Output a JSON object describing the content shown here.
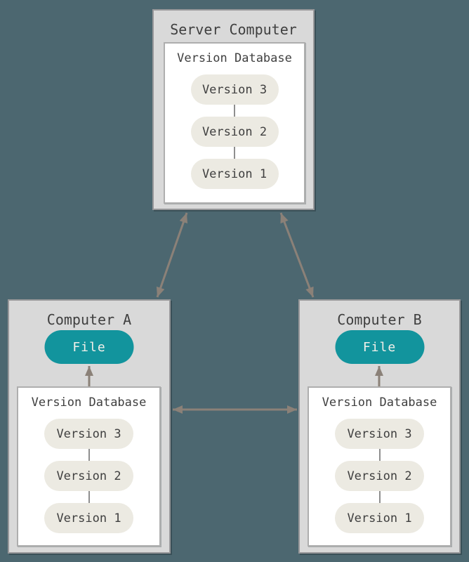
{
  "diagram": {
    "type": "centralized-version-control-diagram",
    "colors": {
      "background": "#4c6770",
      "box_fill": "#d9d9d9",
      "box_border": "#98989a",
      "inner_box_fill": "#ffffff",
      "inner_box_border": "#aeaeae",
      "version_pill_fill": "#eceae2",
      "file_pill_fill": "#12949d",
      "file_pill_text": "#f2efe9",
      "arrow": "#8b8178",
      "text": "#3f3f3f"
    }
  },
  "server": {
    "title": "Server Computer",
    "database_label": "Version Database",
    "versions": [
      "Version 3",
      "Version 2",
      "Version 1"
    ]
  },
  "computer_a": {
    "title": "Computer A",
    "file_label": "File",
    "database_label": "Version Database",
    "versions": [
      "Version 3",
      "Version 2",
      "Version 1"
    ]
  },
  "computer_b": {
    "title": "Computer B",
    "file_label": "File",
    "database_label": "Version Database",
    "versions": [
      "Version 3",
      "Version 2",
      "Version 1"
    ]
  }
}
